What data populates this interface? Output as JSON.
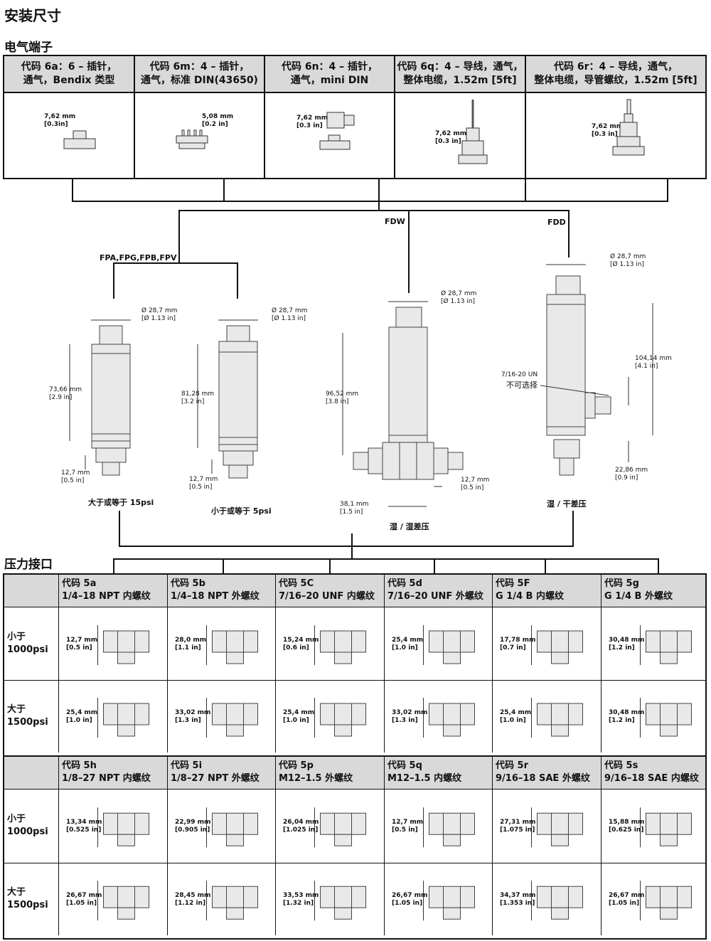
{
  "page_title": "安装尺寸",
  "electrical": {
    "section_title": "电气端子",
    "columns": [
      {
        "head": "代码 6a：6 – 插针，\n通气，Bendix 类型",
        "dim": "7,62 mm\n[0.3in]"
      },
      {
        "head": "代码 6m：4 – 插针，\n通气，标准 DIN(43650)",
        "dim": "5,08 mm\n[0.2 in]"
      },
      {
        "head": "代码 6n：4 – 插针，\n通气，mini  DIN",
        "dim": "7,62 mm\n[0.3 in]"
      },
      {
        "head": "代码 6q：4 – 导线，通气，\n整体电缆，1.52m [5ft]",
        "dim": "7,62 mm\n[0.3 in]"
      },
      {
        "head": "代码 6r：4 – 导线，通气，\n整体电缆，导管螺纹，1.52m [5ft]",
        "dim": "7,62 mm\n[0.3 in]"
      }
    ]
  },
  "sensors": {
    "group_fpa": "FPA,FPG,FPB,FPV",
    "group_fdw": "FDW",
    "group_fdd": "FDD",
    "s1": {
      "dia": "Ø 28,7 mm\n[Ø 1.13 in]",
      "len": "73,66 mm\n[2.9 in]",
      "port": "12,7 mm\n[0.5 in]",
      "caption": "大于或等于 15psi"
    },
    "s2": {
      "dia": "Ø 28,7 mm\n[Ø 1.13 in]",
      "len": "81,28 mm\n[3.2 in]",
      "port": "12,7 mm\n[0.5 in]",
      "caption": "小于或等于 5psi"
    },
    "s3": {
      "dia": "Ø 28,7 mm\n[Ø 1.13 in]",
      "len": "96,52 mm\n[3.8 in]",
      "port": "12,7 mm\n[0.5 in]",
      "width": "38,1 mm\n[1.5 in]",
      "caption": "湿 / 湿差压"
    },
    "s4": {
      "dia": "Ø 28,7 mm\n[Ø 1.13 in]",
      "len": "104,14 mm\n[4.1 in]",
      "port": "22,86 mm\n[0.9 in]",
      "thread": "7/16-20 UN",
      "optional": "不可选择",
      "caption": "湿 / 干差压"
    }
  },
  "pressure": {
    "section_title": "压力接口",
    "row_less": "小于\n1000psi",
    "row_more": "大于\n1500psi",
    "top_heads": [
      "代码 5a\n1/4–18 NPT 内螺纹",
      "代码 5b\n1/4–18 NPT 外螺纹",
      "代码 5C\n7/16–20 UNF 内螺纹",
      "代码 5d\n7/16–20 UNF 外螺纹",
      "代码 5F\nG 1/4 B 内螺纹",
      "代码 5g\nG 1/4 B 外螺纹"
    ],
    "top_less": [
      "12,7 mm\n[0.5 in]",
      "28,0 mm\n[1.1 in]",
      "15,24 mm\n[0.6 in]",
      "25,4 mm\n[1.0 in]",
      "17,78 mm\n[0.7 in]",
      "30,48 mm\n[1.2 in]"
    ],
    "top_more": [
      "25,4 mm\n[1.0 in]",
      "33,02 mm\n[1.3 in]",
      "25,4 mm\n[1.0 in]",
      "33,02 mm\n[1.3 in]",
      "25,4 mm\n[1.0 in]",
      "30,48 mm\n[1.2 in]"
    ],
    "bot_heads": [
      "代码 5h\n1/8–27 NPT 内螺纹",
      "代码 5i\n1/8–27 NPT 外螺纹",
      "代码 5p\nM12–1.5 外螺纹",
      "代码 5q\nM12–1.5 内螺纹",
      "代码 5r\n9/16–18 SAE 外螺纹",
      "代码 5s\n9/16–18 SAE 内螺纹"
    ],
    "bot_less": [
      "13,34 mm\n[0.525 in]",
      "22,99 mm\n[0.905 in]",
      "26,04 mm\n[1.025 in]",
      "12,7 mm\n[0.5 in]",
      "27,31 mm\n[1.075 in]",
      "15,88 mm\n[0.625 in]"
    ],
    "bot_more": [
      "26,67 mm\n[1.05 in]",
      "28,45 mm\n[1.12 in]",
      "33,53 mm\n[1.32 in]",
      "26,67 mm\n[1.05 in]",
      "34,37 mm\n[1.353 in]",
      "26,67 mm\n[1.05 in]"
    ]
  }
}
